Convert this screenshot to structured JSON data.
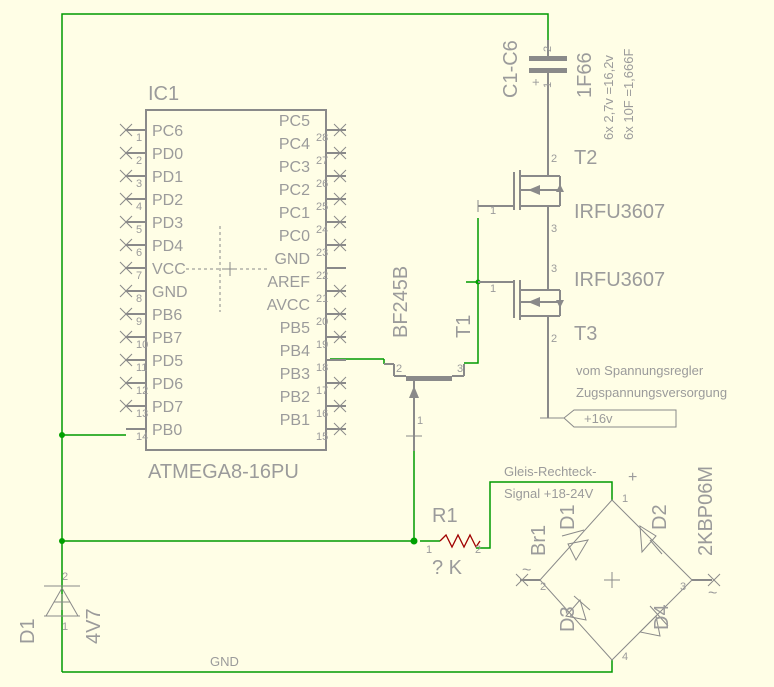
{
  "ic1": {
    "ref": "IC1",
    "value": "ATMEGA8-16PU",
    "left_pins": [
      {
        "num": "1",
        "name": "PC6"
      },
      {
        "num": "2",
        "name": "PD0"
      },
      {
        "num": "3",
        "name": "PD1"
      },
      {
        "num": "4",
        "name": "PD2"
      },
      {
        "num": "5",
        "name": "PD3"
      },
      {
        "num": "6",
        "name": "PD4"
      },
      {
        "num": "7",
        "name": "VCC"
      },
      {
        "num": "8",
        "name": "GND"
      },
      {
        "num": "9",
        "name": "PB6"
      },
      {
        "num": "10",
        "name": "PB7"
      },
      {
        "num": "11",
        "name": "PD5"
      },
      {
        "num": "12",
        "name": "PD6"
      },
      {
        "num": "13",
        "name": "PD7"
      },
      {
        "num": "14",
        "name": "PB0"
      }
    ],
    "right_pins": [
      {
        "num": "28",
        "name": "PC5"
      },
      {
        "num": "27",
        "name": "PC4"
      },
      {
        "num": "26",
        "name": "PC3"
      },
      {
        "num": "25",
        "name": "PC2"
      },
      {
        "num": "24",
        "name": "PC1"
      },
      {
        "num": "23",
        "name": "PC0"
      },
      {
        "num": "22",
        "name": "GND"
      },
      {
        "num": "21",
        "name": "AREF"
      },
      {
        "num": "20",
        "name": "AVCC"
      },
      {
        "num": "19",
        "name": "PB5"
      },
      {
        "num": "18",
        "name": "PB4"
      },
      {
        "num": "17",
        "name": "PB3"
      },
      {
        "num": "16",
        "name": "PB2"
      },
      {
        "num": "15",
        "name": "PB1"
      }
    ]
  },
  "cap": {
    "ref": "C1-C6",
    "value": "1F66",
    "note1": "6x 2,7v =16,2v",
    "note2": "6x 10F =1,666F",
    "pin_plus": "2",
    "pin_minus": "1",
    "plus": "+"
  },
  "t2": {
    "ref": "T2",
    "value": "IRFU3607",
    "pin_d": "2",
    "pin_g": "1",
    "pin_s": "3"
  },
  "t3": {
    "ref": "T3",
    "value": "IRFU3607",
    "pin_d": "3",
    "pin_g": "1",
    "pin_s": "2"
  },
  "t1": {
    "ref": "T1",
    "value": "BF245B",
    "pin_a": "2",
    "pin_b": "3",
    "pin_g": "1"
  },
  "supply": {
    "line1": "vom Spannungsregler",
    "line2": "Zugspannungsversorgung",
    "label": "+16v"
  },
  "r1": {
    "ref": "R1",
    "value": "? K",
    "pin1": "1",
    "pin2": "2"
  },
  "signal": {
    "line1": "Gleis-Rechteck-",
    "line2": "Signal +18-24V",
    "plus": "+"
  },
  "bridge": {
    "ref": "Br1",
    "value": "2KBP06M",
    "d1": "D1",
    "d2": "D2",
    "d3": "D3",
    "d4": "D4",
    "pin1": "1",
    "pin2": "2",
    "pin3": "3",
    "pin4": "4",
    "tilde": "~"
  },
  "zener": {
    "ref": "D1",
    "value": "4V7",
    "pin_top": "2",
    "pin_bot": "1"
  },
  "net_gnd": "GND"
}
